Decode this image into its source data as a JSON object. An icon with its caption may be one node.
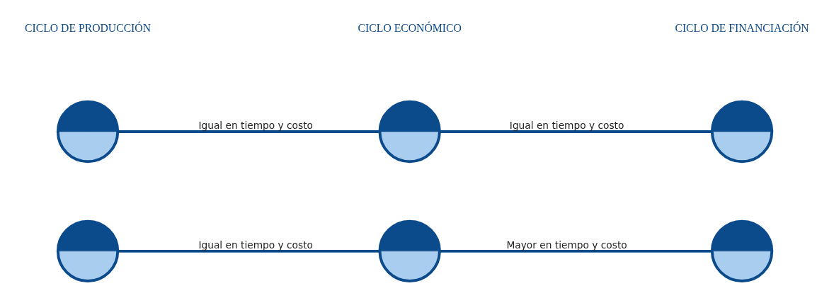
{
  "diagram": {
    "nodes": [
      {
        "text": [],
        "shape": "circle"
      },
      {
        "text": [],
        "shape": "circle"
      },
      {
        "text": [],
        "shape": "circle"
      },
      {
        "text": [],
        "shape": "circle"
      },
      {
        "text": [],
        "shape": "circle"
      },
      {
        "text": [],
        "shape": "circle"
      }
    ],
    "edges": [
      {
        "from": 0,
        "to": 1,
        "arrow": "none",
        "label": "Igual en tiempo y costo"
      },
      {
        "from": 1,
        "to": 2,
        "arrow": "none",
        "label": "Igual en tiempo y costo"
      },
      {
        "from": 3,
        "to": 4,
        "arrow": "none",
        "label": "Igual en tiempo y costo"
      },
      {
        "from": 4,
        "to": 5,
        "arrow": "none",
        "label": "Mayor en tiempo y costo"
      }
    ],
    "labels": [
      "CICLO DE PRODUCCIÓN",
      "CICLO ECONÓMICO",
      "CICLO DE FINANCIACIÓN"
    ]
  }
}
